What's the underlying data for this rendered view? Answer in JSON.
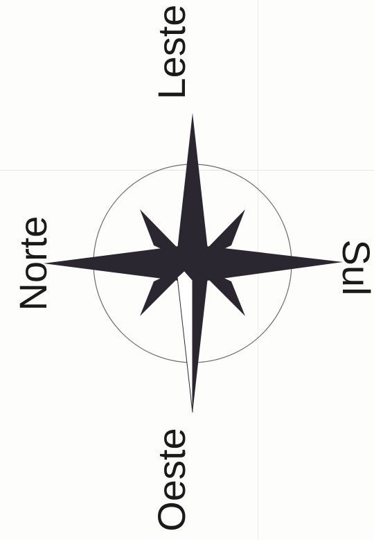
{
  "labels": {
    "east": "Leste",
    "north": "Norte",
    "west": "Oeste",
    "south": "Sul"
  },
  "colors": {
    "star": "#2b2730",
    "circle": "#6b6b6b",
    "text": "#1a1a1a"
  },
  "icon": "compass-rose-icon"
}
